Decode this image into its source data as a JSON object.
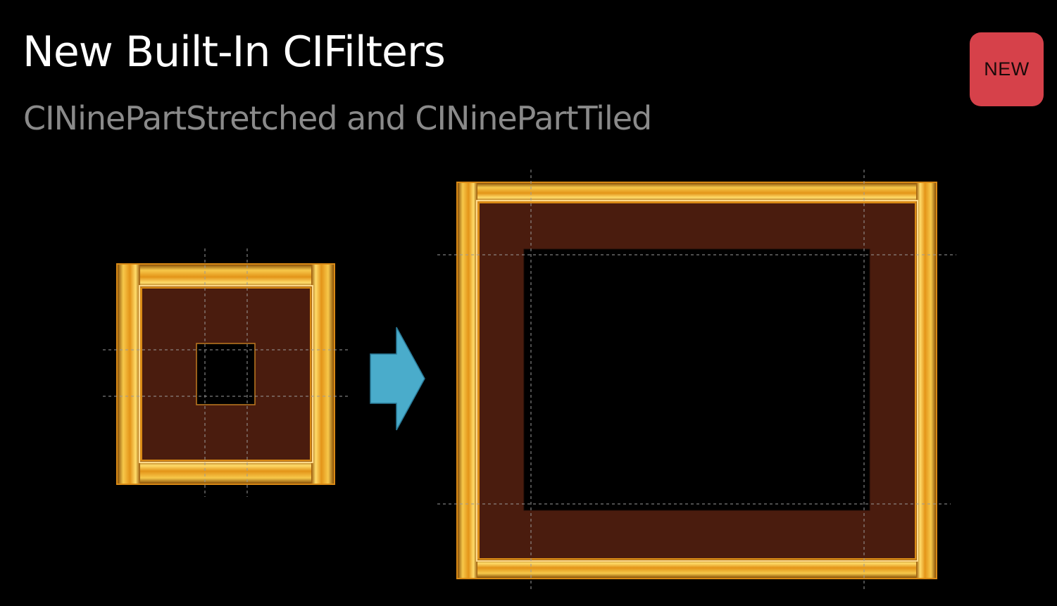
{
  "slide": {
    "title": "New Built-In CIFilters",
    "subtitle": "CINinePartStretched and CINinePartTiled"
  },
  "badge": {
    "label": "NEW",
    "color": "#d6414a"
  },
  "colors": {
    "background": "#000000",
    "frame_gold": "#f0a020",
    "frame_inner_fill": "#4a1c0e",
    "arrow": "#4aaccb",
    "guide_lines": "#9a9a9a"
  },
  "icons": {
    "arrow": "right-arrow-icon"
  }
}
